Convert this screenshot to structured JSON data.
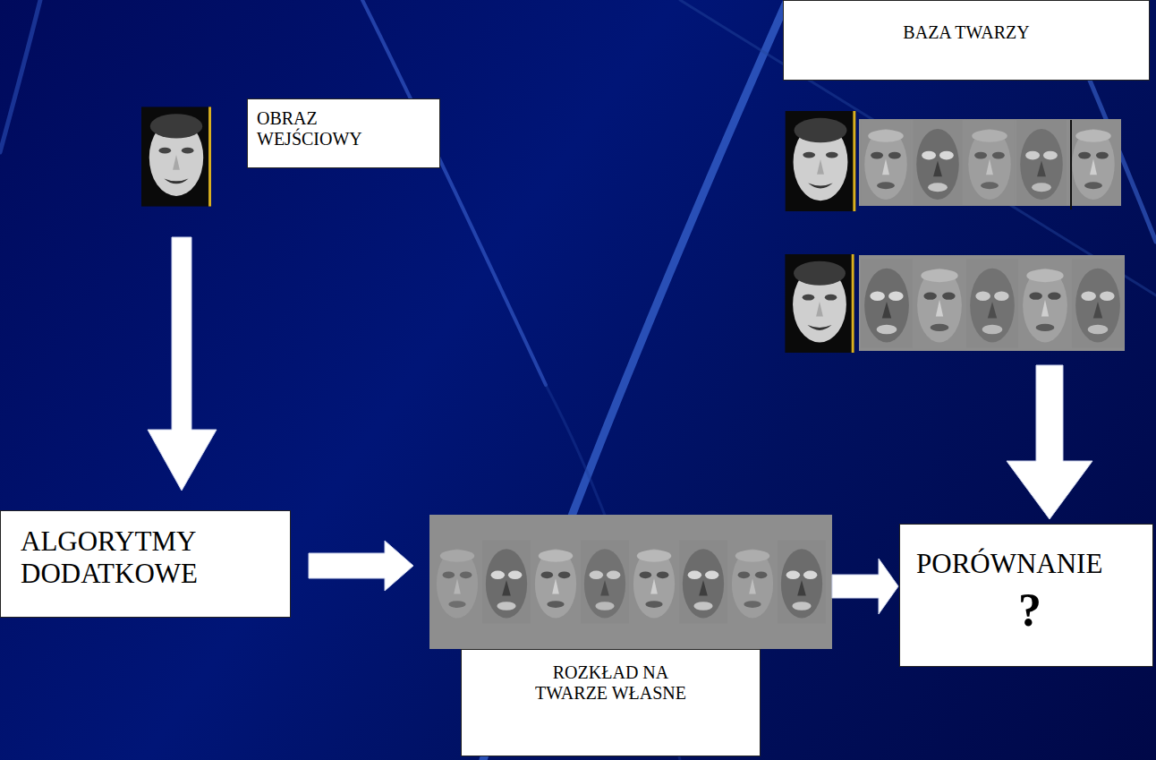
{
  "diagram": {
    "nodes": [
      {
        "text": [
          "OBRAZ WEJŚCIOWY"
        ]
      },
      {
        "text": [
          "BAZA TWARZY"
        ]
      },
      {
        "text": [
          "ALGORYTMY DODATKOWE"
        ]
      },
      {
        "text": [
          "PORÓWNANIE",
          "?"
        ]
      },
      {
        "text": [
          "ROZKŁAD NA TWARZE WŁASNE"
        ]
      }
    ]
  }
}
